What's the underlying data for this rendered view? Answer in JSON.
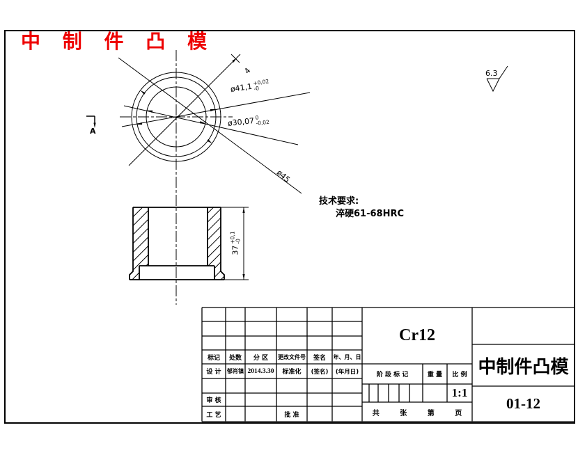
{
  "colors": {
    "accent_red": "#ee0000",
    "line": "#000000",
    "background": "#ffffff"
  },
  "drawing_title": "中 制 件 凸 模",
  "surface_finish": "6.3",
  "section_label": "A",
  "dimensions": {
    "d41": {
      "text": "ø41,1",
      "upper": "+0,02",
      "lower": "-0"
    },
    "d30": {
      "text": "ø30,07",
      "upper": "0",
      "lower": "-0,02"
    },
    "d45": "ø45",
    "chamfer": "4",
    "h37": {
      "text": "37",
      "upper": "+0,1",
      "lower": "-0"
    }
  },
  "tech_requirements": {
    "heading": "技术要求:",
    "body": "淬硬61-68HRC"
  },
  "title_block": {
    "material": "Cr12",
    "part_name": "中制件凸模",
    "drawing_number": "01-12",
    "scale_value": "1:1",
    "revision_header": [
      "标记",
      "处数",
      "分 区",
      "更改文件号",
      "签名",
      "年、月、日"
    ],
    "design_label": "设 计",
    "designer_name": "郁肖镇",
    "design_date": "2014.3.30",
    "standardization_label": "标准化",
    "signature_placeholder": "(签名)",
    "date_placeholder": "(年月日)",
    "review_label": "审 核",
    "process_label": "工 艺",
    "approve_label": "批 准",
    "stage_mark_label": "阶 段 标 记",
    "weight_label": "重 量",
    "scale_label": "比 例",
    "sheet_labels": [
      "共",
      "张",
      "第",
      "页"
    ]
  }
}
